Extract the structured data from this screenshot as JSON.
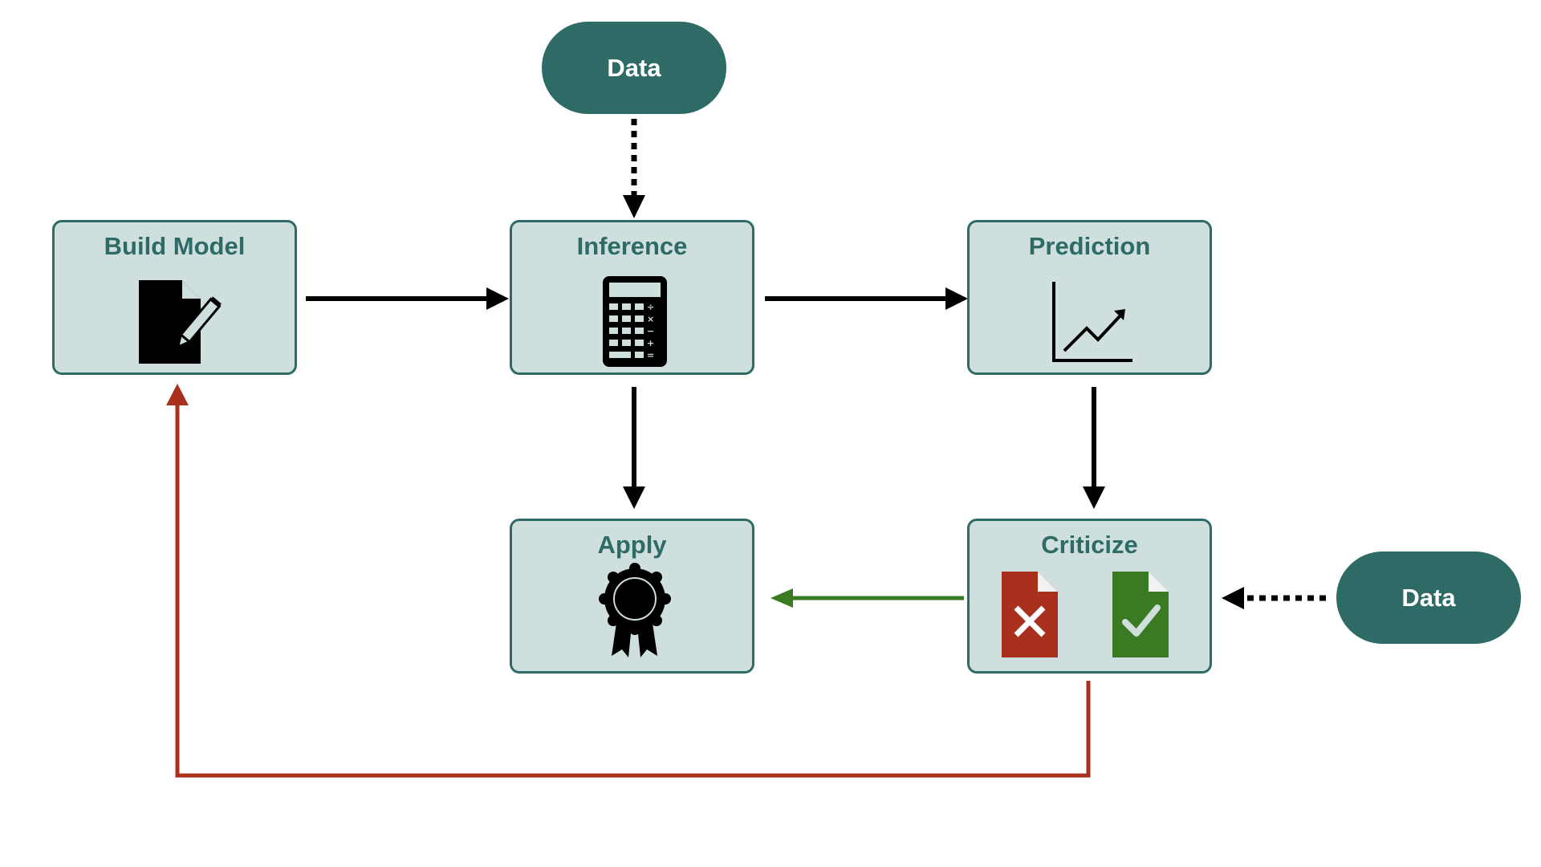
{
  "nodes": {
    "build_model": {
      "label": "Build Model",
      "icon": "document-edit-icon"
    },
    "inference": {
      "label": "Inference",
      "icon": "calculator-icon"
    },
    "prediction": {
      "label": "Prediction",
      "icon": "line-chart-icon"
    },
    "apply": {
      "label": "Apply",
      "icon": "award-ribbon-icon"
    },
    "criticize": {
      "label": "Criticize",
      "icons": [
        "reject-document-icon",
        "accept-document-icon"
      ]
    }
  },
  "data_sources": {
    "top": {
      "label": "Data"
    },
    "right": {
      "label": "Data"
    }
  },
  "edges": [
    {
      "from": "data_sources.top",
      "to": "inference",
      "style": "dotted"
    },
    {
      "from": "build_model",
      "to": "inference",
      "style": "solid"
    },
    {
      "from": "inference",
      "to": "prediction",
      "style": "solid"
    },
    {
      "from": "inference",
      "to": "apply",
      "style": "solid"
    },
    {
      "from": "prediction",
      "to": "criticize",
      "style": "solid"
    },
    {
      "from": "data_sources.right",
      "to": "criticize",
      "style": "dotted"
    },
    {
      "from": "criticize",
      "to": "apply",
      "style": "solid",
      "color": "#3a7a22"
    },
    {
      "from": "criticize",
      "to": "build_model",
      "style": "solid",
      "color": "#a9301c"
    }
  ],
  "colors": {
    "box_fill": "#cfdfdd",
    "accent": "#2e6b66",
    "accept": "#3a7a22",
    "reject": "#a9301c"
  }
}
